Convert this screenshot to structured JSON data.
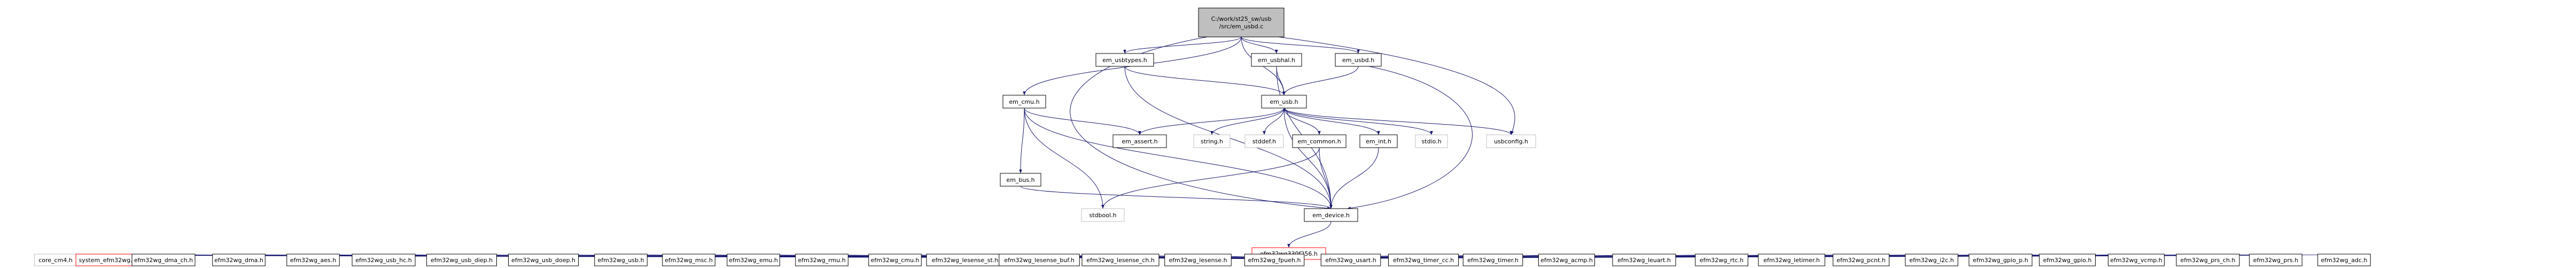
{
  "graph": {
    "colors": {
      "root_fill": "#bfbfbf",
      "node_fill": "#ffffff",
      "node_border": "#000000",
      "external_border": "#bfbfbf",
      "missing_border": "#ff0000",
      "text": "#000000",
      "edge": "#191970"
    },
    "nodes": [
      {
        "id": "root",
        "label": "C:/work/st25_sw/usb/src/em_usbd.c",
        "lines": [
          "C:/work/st25_sw/usb",
          "/src/em_usbd.c"
        ],
        "kind": "root"
      },
      {
        "id": "em_usbtypes",
        "label": "em_usbtypes.h",
        "kind": "local"
      },
      {
        "id": "em_usbhal",
        "label": "em_usbhal.h",
        "kind": "local"
      },
      {
        "id": "em_usbd",
        "label": "em_usbd.h",
        "kind": "local"
      },
      {
        "id": "em_cmu",
        "label": "em_cmu.h",
        "kind": "local"
      },
      {
        "id": "em_usb",
        "label": "em_usb.h",
        "kind": "local"
      },
      {
        "id": "em_assert",
        "label": "em_assert.h",
        "kind": "local"
      },
      {
        "id": "em_bus",
        "label": "em_bus.h",
        "kind": "local"
      },
      {
        "id": "string",
        "label": "string.h",
        "kind": "external"
      },
      {
        "id": "stddef",
        "label": "stddef.h",
        "kind": "external"
      },
      {
        "id": "em_common",
        "label": "em_common.h",
        "kind": "local"
      },
      {
        "id": "em_int",
        "label": "em_int.h",
        "kind": "local"
      },
      {
        "id": "stdio",
        "label": "stdio.h",
        "kind": "external"
      },
      {
        "id": "usbconfig",
        "label": "usbconfig.h",
        "kind": "external"
      },
      {
        "id": "stdbool",
        "label": "stdbool.h",
        "kind": "external"
      },
      {
        "id": "em_device",
        "label": "em_device.h",
        "kind": "local"
      },
      {
        "id": "efm32wg",
        "label": "efm32wg330f256.h",
        "kind": "missing"
      },
      {
        "id": "core_cm4",
        "label": "core_cm4.h",
        "kind": "external"
      },
      {
        "id": "system_efm32wg",
        "label": "system_efm32wg.h",
        "kind": "missing"
      },
      {
        "id": "b01",
        "label": "efm32wg_dma_ch.h",
        "kind": "local"
      },
      {
        "id": "b02",
        "label": "efm32wg_dma.h",
        "kind": "local"
      },
      {
        "id": "b03",
        "label": "efm32wg_aes.h",
        "kind": "local"
      },
      {
        "id": "b04",
        "label": "efm32wg_usb_hc.h",
        "kind": "local"
      },
      {
        "id": "b05",
        "label": "efm32wg_usb_diep.h",
        "kind": "local"
      },
      {
        "id": "b06",
        "label": "efm32wg_usb_doep.h",
        "kind": "local"
      },
      {
        "id": "b07",
        "label": "efm32wg_usb.h",
        "kind": "local"
      },
      {
        "id": "b08",
        "label": "efm32wg_msc.h",
        "kind": "local"
      },
      {
        "id": "b09",
        "label": "efm32wg_emu.h",
        "kind": "local"
      },
      {
        "id": "b10",
        "label": "efm32wg_rmu.h",
        "kind": "local"
      },
      {
        "id": "b11",
        "label": "efm32wg_cmu.h",
        "kind": "local"
      },
      {
        "id": "b12",
        "label": "efm32wg_lesense_st.h",
        "kind": "local"
      },
      {
        "id": "b13",
        "label": "efm32wg_lesense_buf.h",
        "kind": "local"
      },
      {
        "id": "b14",
        "label": "efm32wg_lesense_ch.h",
        "kind": "local"
      },
      {
        "id": "b15",
        "label": "efm32wg_lesense.h",
        "kind": "local"
      },
      {
        "id": "b16",
        "label": "efm32wg_fpueh.h",
        "kind": "local"
      },
      {
        "id": "b17",
        "label": "efm32wg_usart.h",
        "kind": "local"
      },
      {
        "id": "b18",
        "label": "efm32wg_timer_cc.h",
        "kind": "local"
      },
      {
        "id": "b19",
        "label": "efm32wg_timer.h",
        "kind": "local"
      },
      {
        "id": "b20",
        "label": "efm32wg_acmp.h",
        "kind": "local"
      },
      {
        "id": "b21",
        "label": "efm32wg_leuart.h",
        "kind": "local"
      },
      {
        "id": "b22",
        "label": "efm32wg_rtc.h",
        "kind": "local"
      },
      {
        "id": "b23",
        "label": "efm32wg_letimer.h",
        "kind": "local"
      },
      {
        "id": "b24",
        "label": "efm32wg_pcnt.h",
        "kind": "local"
      },
      {
        "id": "b25",
        "label": "efm32wg_i2c.h",
        "kind": "local"
      },
      {
        "id": "b26",
        "label": "efm32wg_gpio_p.h",
        "kind": "local"
      },
      {
        "id": "b27",
        "label": "efm32wg_gpio.h",
        "kind": "local"
      },
      {
        "id": "b28",
        "label": "efm32wg_vcmp.h",
        "kind": "local"
      },
      {
        "id": "b29",
        "label": "efm32wg_prs_ch.h",
        "kind": "local"
      },
      {
        "id": "b30",
        "label": "efm32wg_prs.h",
        "kind": "local"
      },
      {
        "id": "b31",
        "label": "efm32wg_adc.h",
        "kind": "local"
      }
    ],
    "edges": [
      [
        "root",
        "em_usbtypes"
      ],
      [
        "root",
        "em_usbhal"
      ],
      [
        "root",
        "em_usbd"
      ],
      [
        "root",
        "em_cmu"
      ],
      [
        "root",
        "em_usb"
      ],
      [
        "root",
        "em_device"
      ],
      [
        "root",
        "usbconfig"
      ],
      [
        "em_usbtypes",
        "em_usb"
      ],
      [
        "em_usbtypes",
        "em_device"
      ],
      [
        "em_usbhal",
        "em_usb"
      ],
      [
        "em_usbhal",
        "em_device"
      ],
      [
        "em_usbd",
        "em_usb"
      ],
      [
        "em_usbd",
        "em_device"
      ],
      [
        "em_cmu",
        "em_assert"
      ],
      [
        "em_cmu",
        "em_bus"
      ],
      [
        "em_cmu",
        "stdbool"
      ],
      [
        "em_cmu",
        "em_device"
      ],
      [
        "em_usb",
        "em_assert"
      ],
      [
        "em_usb",
        "string"
      ],
      [
        "em_usb",
        "stddef"
      ],
      [
        "em_usb",
        "em_common"
      ],
      [
        "em_usb",
        "em_int"
      ],
      [
        "em_usb",
        "stdio"
      ],
      [
        "em_usb",
        "usbconfig"
      ],
      [
        "em_usb",
        "em_device"
      ],
      [
        "em_bus",
        "em_device"
      ],
      [
        "em_common",
        "stdbool"
      ],
      [
        "em_common",
        "em_device"
      ],
      [
        "em_int",
        "em_device"
      ],
      [
        "em_device",
        "efm32wg"
      ],
      [
        "efm32wg",
        "core_cm4"
      ],
      [
        "efm32wg",
        "system_efm32wg"
      ],
      [
        "efm32wg",
        "b01"
      ],
      [
        "efm32wg",
        "b02"
      ],
      [
        "efm32wg",
        "b03"
      ],
      [
        "efm32wg",
        "b04"
      ],
      [
        "efm32wg",
        "b05"
      ],
      [
        "efm32wg",
        "b06"
      ],
      [
        "efm32wg",
        "b07"
      ],
      [
        "efm32wg",
        "b08"
      ],
      [
        "efm32wg",
        "b09"
      ],
      [
        "efm32wg",
        "b10"
      ],
      [
        "efm32wg",
        "b11"
      ],
      [
        "efm32wg",
        "b12"
      ],
      [
        "efm32wg",
        "b13"
      ],
      [
        "efm32wg",
        "b14"
      ],
      [
        "efm32wg",
        "b15"
      ],
      [
        "efm32wg",
        "b16"
      ],
      [
        "efm32wg",
        "b17"
      ],
      [
        "efm32wg",
        "b18"
      ],
      [
        "efm32wg",
        "b19"
      ],
      [
        "efm32wg",
        "b20"
      ],
      [
        "efm32wg",
        "b21"
      ],
      [
        "efm32wg",
        "b22"
      ],
      [
        "efm32wg",
        "b23"
      ],
      [
        "efm32wg",
        "b24"
      ],
      [
        "efm32wg",
        "b25"
      ],
      [
        "efm32wg",
        "b26"
      ],
      [
        "efm32wg",
        "b27"
      ],
      [
        "efm32wg",
        "b28"
      ],
      [
        "efm32wg",
        "b29"
      ],
      [
        "efm32wg",
        "b30"
      ],
      [
        "efm32wg",
        "b31"
      ]
    ]
  }
}
